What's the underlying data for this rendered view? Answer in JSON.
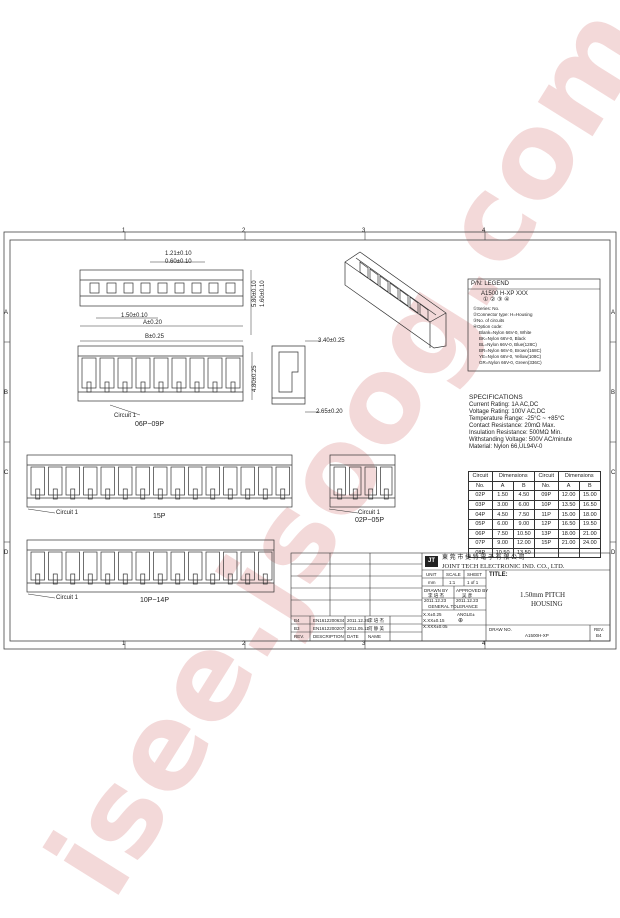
{
  "zones": {
    "columns": [
      "1",
      "2",
      "3",
      "4"
    ],
    "rows": [
      "A",
      "B",
      "C",
      "D"
    ]
  },
  "dims": {
    "d121": "1.21±0.10",
    "d060": "0.60±0.10",
    "d150": "1.50±0.10",
    "a020": "A±0.20",
    "v580": "5.80±0.10",
    "v160": "1.60±0.10",
    "b025": "B±0.25",
    "v480": "4.80±0.25",
    "d340": "3.40±0.25",
    "d265": "2.65±0.20"
  },
  "labels": {
    "circuit1": "Circuit  1",
    "view_06p": "06P~09P",
    "view_15p": "15P",
    "view_02p": "02P~05P",
    "view_10p": "10P~14P"
  },
  "legend": {
    "title": "P/N: LEGEND",
    "code": "A1500 H-XP  XXX",
    "nums": "①    ② ③   ④",
    "items": [
      "①Series: No.",
      "②Connector type: H=Housing",
      "③No. of circuits",
      "④Option code:",
      "Blank=Nylon 66V-0, White",
      "BK=Nylon 66V-0, Black",
      "BL=Nylon 66V-0, Blue(128C)",
      "BR=Nylon 66V-0, Brown(168C)",
      "YE=Nylon 66V-0, Yellow(108C)",
      "GR=Nylon 66V-0, Green(336C)"
    ]
  },
  "specs": {
    "title": "SPECIFICATIONS",
    "lines": [
      "Current Rating: 1A AC,DC",
      "Voltage Rating: 100V AC,DC",
      "Temperature Range: -25°C ~ +85°C",
      "Contact Resistance: 20mΩ Max.",
      "Insulation Resistance: 500MΩ Min.",
      "Withstanding Voltage: 500V AC/minute",
      "Material: Nylon 66,UL94V-0"
    ]
  },
  "dim_table": {
    "headers": [
      "Circuit",
      "Dimensions",
      "Circuit",
      "Dimensions"
    ],
    "subheaders": [
      "No.",
      "A",
      "B",
      "No.",
      "A",
      "B"
    ],
    "rows": [
      [
        "02P",
        "1.50",
        "4.50",
        "09P",
        "12.00",
        "15.00"
      ],
      [
        "03P",
        "3.00",
        "6.00",
        "10P",
        "13.50",
        "16.50"
      ],
      [
        "04P",
        "4.50",
        "7.50",
        "11P",
        "15.00",
        "18.00"
      ],
      [
        "05P",
        "6.00",
        "9.00",
        "12P",
        "16.50",
        "19.50"
      ],
      [
        "06P",
        "7.50",
        "10.50",
        "13P",
        "18.00",
        "21.00"
      ],
      [
        "07P",
        "9.00",
        "12.00",
        "15P",
        "21.00",
        "24.00"
      ],
      [
        "08P",
        "10.50",
        "13.50",
        "",
        "",
        ""
      ]
    ]
  },
  "title_block": {
    "logo": "JT",
    "company_cn": "東 莞 市 捷 特 電 子 有 限 公 司",
    "company_en": "JOINT TECH ELECTRONIC IND. CO., LTD.",
    "unit_label": "UNIT",
    "unit_value": "mm",
    "scale_label": "SCALE",
    "scale_value": "1:1",
    "sheet_label": "SHEET",
    "sheet_value": "1 of 1",
    "title_label": "TITLE:",
    "title_line1": "1.50mm PITCH",
    "title_line2": "HOUSING",
    "drawn_label": "DRAWN BY",
    "drawn_name": "李 培 杰",
    "drawn_date": "2011.12.23",
    "approved_label": "APPROVED BY",
    "approved_name": "吴 彦",
    "approved_date": "2011.12.23",
    "tol_label": "GENERAL TOLERANCE",
    "tol_rows": [
      "X.X±0.25",
      "X.XX±0.15",
      "X.XXX±0.05"
    ],
    "angle_label": "ANGLE±",
    "drw_label": "DRAW NO.",
    "drw_value": "A1500H-XP",
    "rev_label": "REV.",
    "rev_value": "B4",
    "revisions": [
      [
        "B4",
        "EN1612200634",
        "2011.12.26",
        "李 培 杰"
      ],
      [
        "B3",
        "EN1612200207",
        "2011.05.11",
        "何 静 美"
      ],
      [
        "REV.",
        "DESCRIPTION",
        "DATE",
        "NAME"
      ]
    ]
  },
  "watermark": "isee.jsoog.com"
}
